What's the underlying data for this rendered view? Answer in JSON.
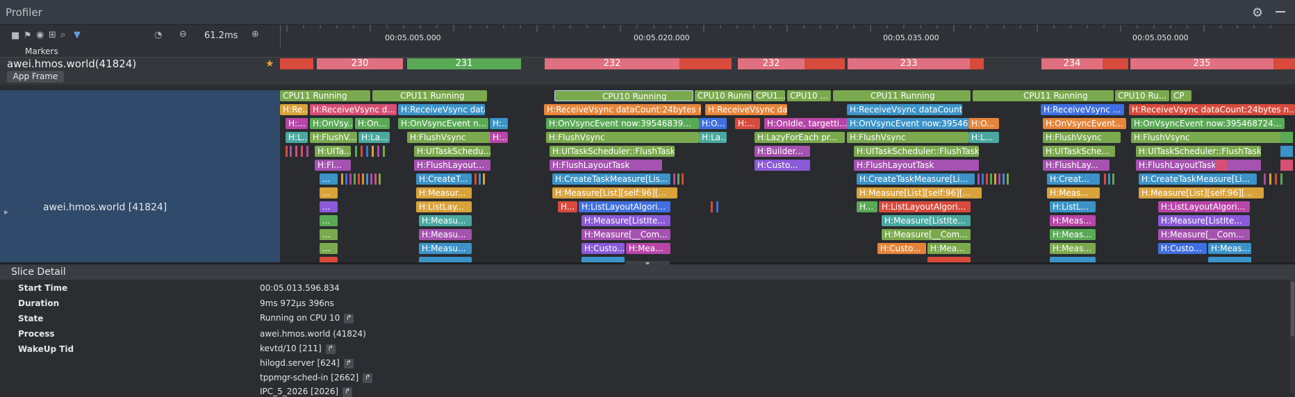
{
  "window": {
    "title": "Profiler"
  },
  "toolbar": {
    "zoom": "61.2ms"
  },
  "ruler": {
    "ticks": [
      "00:05.005.000",
      "00:05.020.000",
      "00:05.035.000",
      "00:05.050.000"
    ]
  },
  "markers": {
    "label": "Markers"
  },
  "process": {
    "name": "awei.hmos.world(41824)",
    "app_frame_label": "App Frame"
  },
  "frames": [
    "230",
    "231",
    "232",
    "232",
    "233",
    "234",
    "235"
  ],
  "thread": {
    "name": "awei.hmos.world [41824]"
  },
  "cpu_row": [
    "CPU11 Running",
    "CPU11 Running",
    "CPU10 Running",
    "CPU10 Runni...",
    "CPU1...",
    "CPU10 ...",
    "CPU11 Running",
    "CPU11 Running",
    "CPU10 Ru...",
    "CP"
  ],
  "slices": {
    "r1": [
      "H:Re...",
      "H:ReceiveVsync d...",
      "H:ReceiveVsync dataCo...",
      "H:ReceiveVsync dataCount:24bytes now:...",
      "H:ReceiveVsync data...",
      "H:ReceiveVsync dataCount:24bytes no...",
      "H:ReceiveVsync ...",
      "H:ReceiveVsync dataCount:24bytes n..."
    ],
    "r2": [
      "H:...",
      "H:OnVsy...",
      "H:On...",
      "H:OnVsyncEvent n...",
      "H:...",
      "H:OnVsyncEvent now:39546839...",
      "H:O...",
      "H:...",
      "H:OnIdle, targetti...",
      "H:OnVsyncEvent now:39546855...",
      "H:O...",
      "H:OnVsyncEvent...",
      "H:OnVsyncEvent now:395468724..."
    ],
    "r3": [
      "H:L...",
      "H:FlushV...",
      "H:La...",
      "H:FlushVsync",
      "H:...",
      "H:FlushVsync",
      "H:La...",
      "H:LazyForEach pr...",
      "H:FlushVsync",
      "H:L...",
      "H:FlushVsync",
      "H:FlushVsync"
    ],
    "r4": [
      "H:UITa...",
      "H:UITaskSchedu...",
      "H:UITaskScheduler::FlushTask",
      "H:Builder...",
      "H:UITaskScheduler::FlushTask",
      "H:UITaskSche...",
      "H:UITaskScheduler::FlushTask"
    ],
    "r5": [
      "H:Fl...",
      "H:FlushLayout...",
      "H:FlushLayoutTask",
      "H:Custo...",
      "H:FlushLayoutTask",
      "H:FlushLay...",
      "H:FlushLayoutTask"
    ],
    "r6": [
      "...",
      "H:CreateT...",
      "H:CreateTaskMeasure[Lis...",
      "H:CreateTaskMeasure[Li...",
      "H:Creat...",
      "H:CreateTaskMeasure[Li..."
    ],
    "r7": [
      "...",
      "H:Measur...",
      "H:Measure[List][self:96][...",
      "H:Measure[List][self:96][...",
      "H:Meas...",
      "H:Measure[List][self:96][..."
    ],
    "r8": [
      "...",
      "H:ListLay...",
      "H...",
      "H:ListLayoutAlgori...",
      "H...",
      "H:ListLayoutAlgori...",
      "H:ListL...",
      "H:ListLayoutAlgori..."
    ],
    "r9": [
      "...",
      "H:Measu...",
      "H:Measure[ListIte...",
      "H:Measure[ListIte...",
      "H:Meas...",
      "H:Measure[ListIte..."
    ],
    "r10": [
      "...",
      "H:Measu...",
      "H:Measure[__Com...",
      "H:Measure[__Com...",
      "H:Meas...",
      "H:Measure[__Com..."
    ],
    "r11": [
      "...",
      "H:Measu...",
      "H:Custo...",
      "H:Mea...",
      "H:Custo...",
      "H:Mea...",
      "H:Meas...",
      "H:Custo...",
      "H:Meas..."
    ]
  },
  "detail": {
    "title": "Slice Detail",
    "labels": {
      "start": "Start Time",
      "duration": "Duration",
      "state": "State",
      "process": "Process",
      "wakeup": "WakeUp Tid"
    },
    "start_time": "00:05.013.596.834",
    "duration": "9ms 972μs 396ns",
    "state": "Running on CPU 10",
    "process": "awei.hmos.world (41824)",
    "wakeup": [
      "kevtd/10 [211]",
      "hilogd.server [624]",
      "tppmgr-sched-in [2662]",
      "IPC_5_2026 [2026]"
    ]
  },
  "colors": {
    "frame_pink": "#e0707f",
    "frame_green": "#5aa955",
    "frame_red": "#d84a3c",
    "selected": "#8ca6c4",
    "accent_star": "#e9a23b"
  }
}
